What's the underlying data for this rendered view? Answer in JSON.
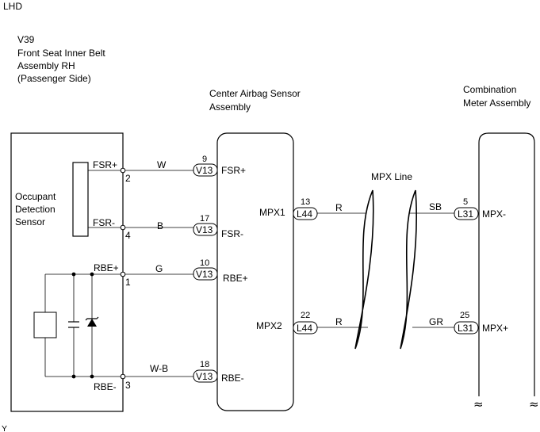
{
  "header": {
    "variant": "LHD",
    "footer_code": "Y"
  },
  "left_component": {
    "code": "V39",
    "name_line1": "Front Seat Inner Belt",
    "name_line2": "Assembly RH",
    "name_line3": "(Passenger Side)",
    "sensor_line1": "Occupant",
    "sensor_line2": "Detection",
    "sensor_line3": "Sensor",
    "pins": [
      {
        "label": "FSR+",
        "number": "2"
      },
      {
        "label": "FSR-",
        "number": "4"
      },
      {
        "label": "RBE+",
        "number": "1"
      },
      {
        "label": "RBE-",
        "number": "3"
      }
    ]
  },
  "center_component": {
    "name_line1": "Center Airbag Sensor",
    "name_line2": "Assembly",
    "connector": "V13",
    "pins": [
      {
        "number": "9",
        "label": "FSR+",
        "wire": "W"
      },
      {
        "number": "17",
        "label": "FSR-",
        "wire": "B"
      },
      {
        "number": "10",
        "label": "RBE+",
        "wire": "G"
      },
      {
        "number": "18",
        "label": "RBE-",
        "wire": "W-B"
      }
    ],
    "mpx_pins": [
      {
        "label": "MPX1",
        "number": "13",
        "connector": "L44",
        "wire": "R"
      },
      {
        "label": "MPX2",
        "number": "22",
        "connector": "L44",
        "wire": "R"
      }
    ]
  },
  "mpx_line_label": "MPX Line",
  "right_component": {
    "name_line1": "Combination",
    "name_line2": "Meter Assembly",
    "pins": [
      {
        "number": "5",
        "connector": "L31",
        "label": "MPX-",
        "wire": "SB"
      },
      {
        "number": "25",
        "connector": "L31",
        "label": "MPX+",
        "wire": "GR"
      }
    ],
    "break_mark": "≈"
  }
}
